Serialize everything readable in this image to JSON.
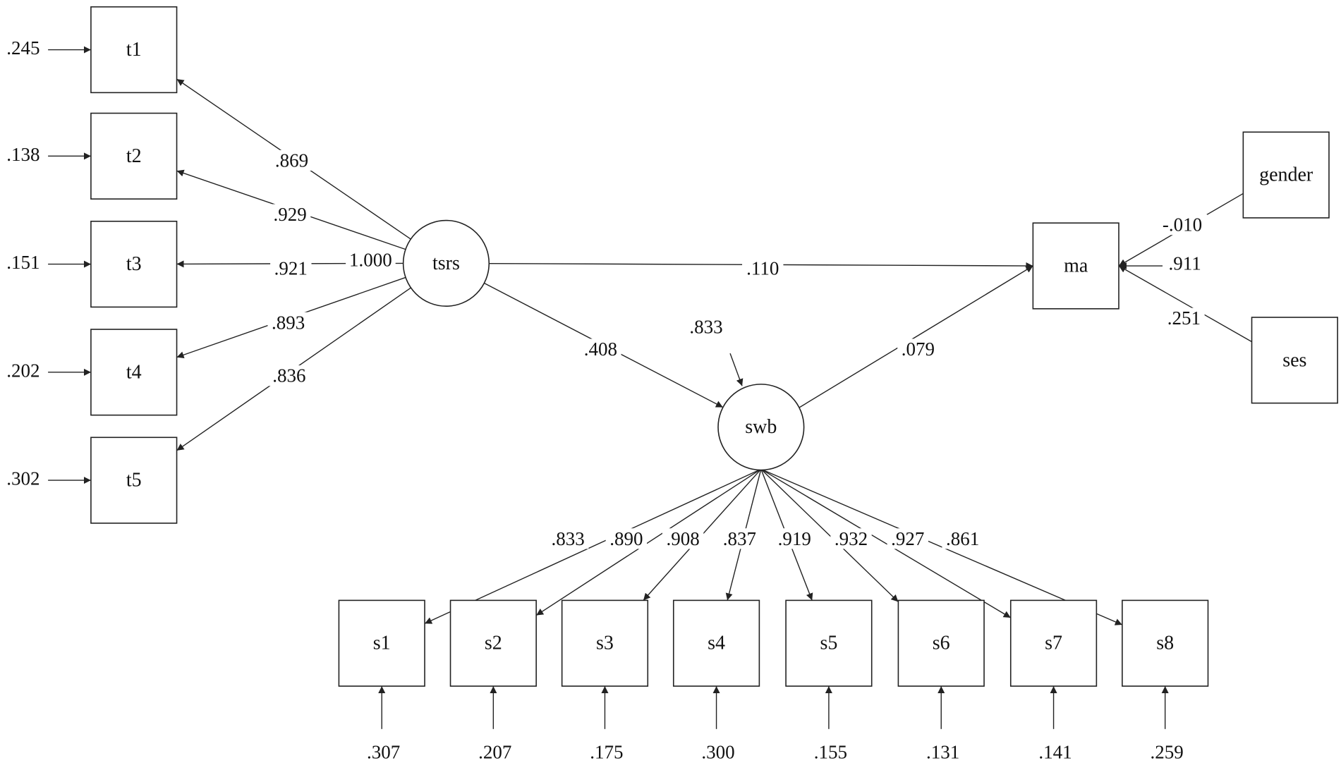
{
  "diagram": {
    "type": "structural-equation-model",
    "colors": {
      "line": "#222222",
      "text": "#111111",
      "background": "#ffffff"
    },
    "latents": [
      {
        "id": "tsrs",
        "label": "tsrs"
      },
      {
        "id": "swb",
        "label": "swb"
      }
    ],
    "observed": [
      {
        "id": "t1",
        "label": "t1"
      },
      {
        "id": "t2",
        "label": "t2"
      },
      {
        "id": "t3",
        "label": "t3"
      },
      {
        "id": "t4",
        "label": "t4"
      },
      {
        "id": "t5",
        "label": "t5"
      },
      {
        "id": "s1",
        "label": "s1"
      },
      {
        "id": "s2",
        "label": "s2"
      },
      {
        "id": "s3",
        "label": "s3"
      },
      {
        "id": "s4",
        "label": "s4"
      },
      {
        "id": "s5",
        "label": "s5"
      },
      {
        "id": "s6",
        "label": "s6"
      },
      {
        "id": "s7",
        "label": "s7"
      },
      {
        "id": "s8",
        "label": "s8"
      },
      {
        "id": "ma",
        "label": "ma"
      },
      {
        "id": "gender",
        "label": "gender"
      },
      {
        "id": "ses",
        "label": "ses"
      }
    ],
    "loadings": [
      {
        "from": "tsrs",
        "to": "t1",
        "value": ".869"
      },
      {
        "from": "tsrs",
        "to": "t2",
        "value": ".929"
      },
      {
        "from": "tsrs",
        "to": "t3",
        "value": ".921"
      },
      {
        "from": "tsrs",
        "to": "t4",
        "value": ".893"
      },
      {
        "from": "tsrs",
        "to": "t5",
        "value": ".836"
      },
      {
        "from": "swb",
        "to": "s1",
        "value": ".833"
      },
      {
        "from": "swb",
        "to": "s2",
        "value": ".890"
      },
      {
        "from": "swb",
        "to": "s3",
        "value": ".908"
      },
      {
        "from": "swb",
        "to": "s4",
        "value": ".837"
      },
      {
        "from": "swb",
        "to": "s5",
        "value": ".919"
      },
      {
        "from": "swb",
        "to": "s6",
        "value": ".932"
      },
      {
        "from": "swb",
        "to": "s7",
        "value": ".927"
      },
      {
        "from": "swb",
        "to": "s8",
        "value": ".861"
      }
    ],
    "paths": [
      {
        "from": "tsrs",
        "to": "ma",
        "value": ".110"
      },
      {
        "from": "tsrs",
        "to": "swb",
        "value": ".408"
      },
      {
        "from": "swb",
        "to": "ma",
        "value": ".079"
      },
      {
        "from": "gender",
        "to": "ma",
        "value": "-.010"
      },
      {
        "from": "ses",
        "to": "ma",
        "value": ".251"
      }
    ],
    "residuals": [
      {
        "target": "t1",
        "value": ".245"
      },
      {
        "target": "t2",
        "value": ".138"
      },
      {
        "target": "t3",
        "value": ".151"
      },
      {
        "target": "t4",
        "value": ".202"
      },
      {
        "target": "t5",
        "value": ".302"
      },
      {
        "target": "s1",
        "value": ".307"
      },
      {
        "target": "s2",
        "value": ".207"
      },
      {
        "target": "s3",
        "value": ".175"
      },
      {
        "target": "s4",
        "value": ".300"
      },
      {
        "target": "s5",
        "value": ".155"
      },
      {
        "target": "s6",
        "value": ".131"
      },
      {
        "target": "s7",
        "value": ".141"
      },
      {
        "target": "s8",
        "value": ".259"
      },
      {
        "target": "swb",
        "value": ".833"
      },
      {
        "target": "ma",
        "value": ".911"
      },
      {
        "target": "tsrs",
        "value": "1.000"
      }
    ]
  }
}
